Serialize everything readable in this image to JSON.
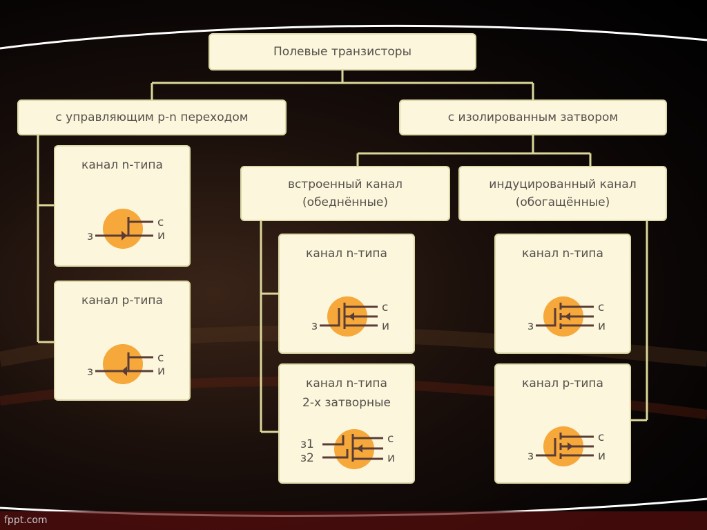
{
  "colors": {
    "box_bg": "#fbf6dc",
    "box_border": "#dedaa8",
    "line": "#dcd89a",
    "text": "#55504a",
    "symbol_circle": "#f6a83a",
    "symbol_stroke": "#5a3c36"
  },
  "root": {
    "label": "Полевые транзисторы"
  },
  "branch_pn": {
    "label": "с управляющим p-n переходом",
    "cards": [
      {
        "label": "канал n-типа",
        "terminals": {
          "gate": "з",
          "drain": "с",
          "source": "и"
        }
      },
      {
        "label": "канал р-типа",
        "terminals": {
          "gate": "з",
          "drain": "с",
          "source": "и"
        }
      }
    ]
  },
  "branch_insulated": {
    "label": "с изолированным затвором",
    "built_in": {
      "line1": "встроенный канал",
      "line2": "(обеднённые)",
      "cards": [
        {
          "label": "канал n-типа",
          "terminals": {
            "gate": "з",
            "drain": "с",
            "source": "и"
          }
        },
        {
          "line1": "канал n-типа",
          "line2": "2-х затворные",
          "terminals": {
            "gate1": "з1",
            "gate2": "з2",
            "drain": "с",
            "source": "и"
          }
        }
      ]
    },
    "induced": {
      "line1": "индуцированный канал",
      "line2": "(обогащённые)",
      "cards": [
        {
          "label": "канал n-типа",
          "terminals": {
            "gate": "з",
            "drain": "с",
            "source": "и"
          }
        },
        {
          "label": "канал р-типа",
          "terminals": {
            "gate": "з",
            "drain": "с",
            "source": "и"
          }
        }
      ]
    }
  },
  "footer": "fppt.com"
}
